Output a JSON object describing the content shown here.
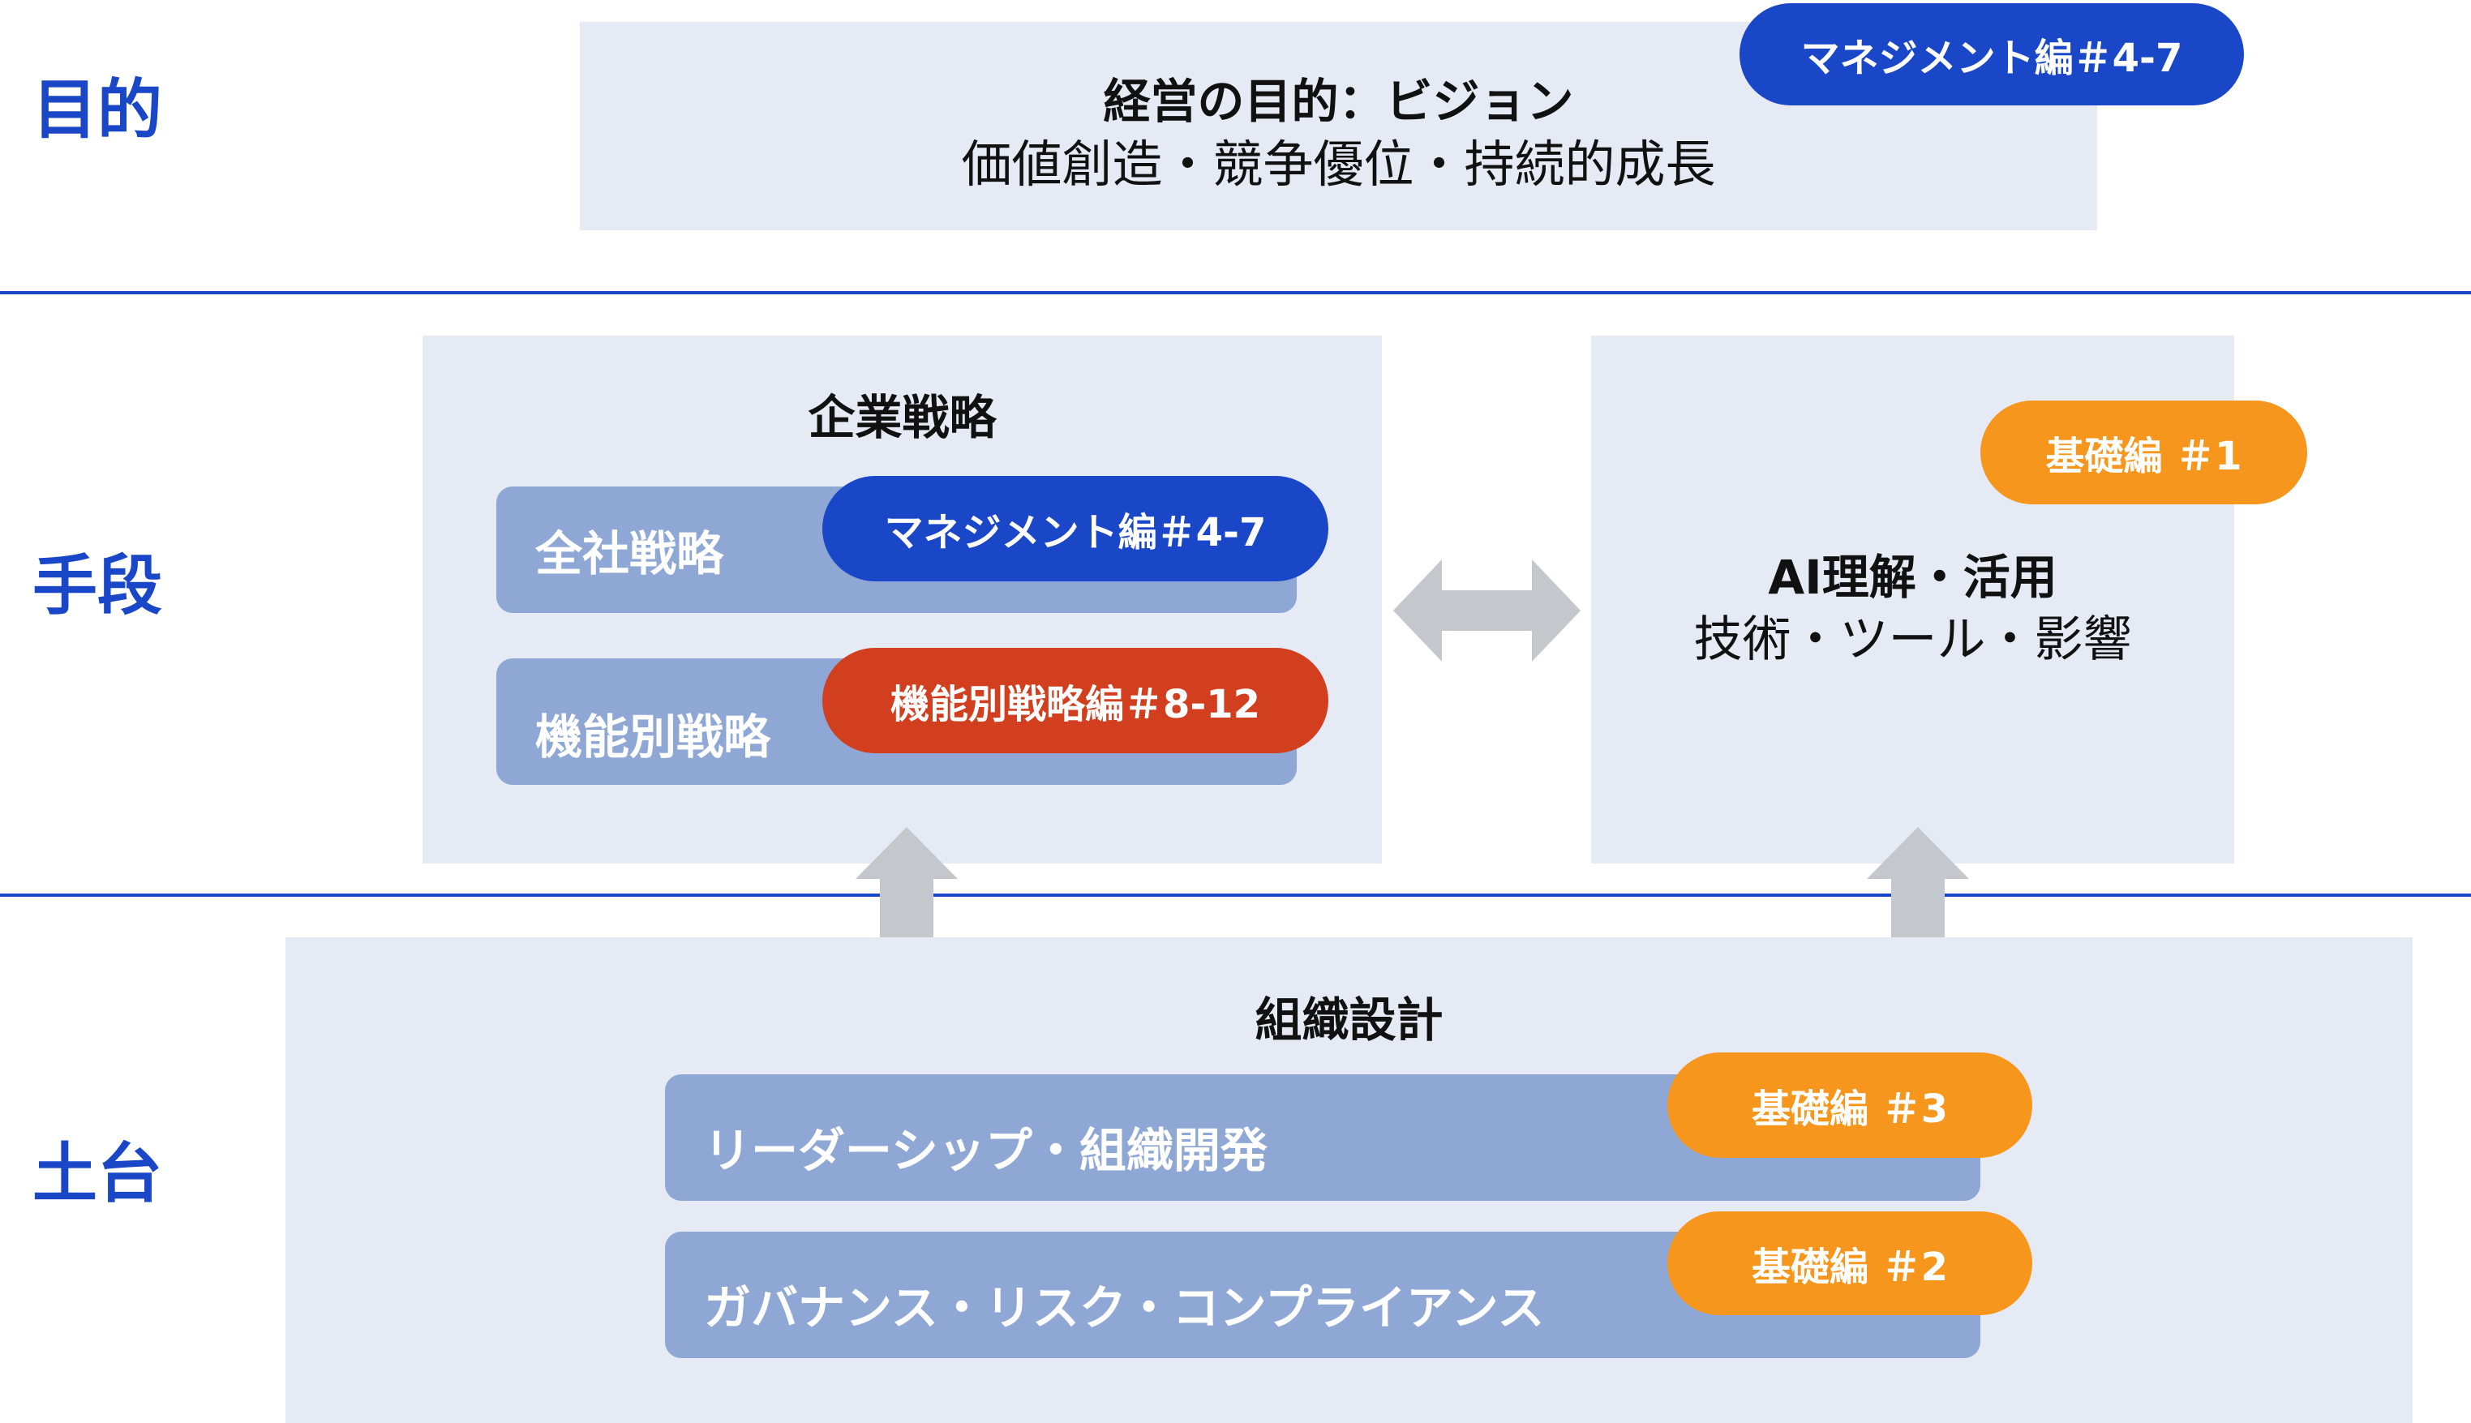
{
  "rows": {
    "purpose": "目的",
    "means": "手段",
    "foundation": "土台"
  },
  "purpose_box": {
    "title": "経営の目的：ビジョン",
    "subtitle": "価値創造・競争優位・持続的成長",
    "badge": "マネジメント編＃4-7"
  },
  "strategy_box": {
    "title": "企業戦略",
    "items": [
      {
        "label": "全社戦略",
        "badge": "マネジメント編＃4-7"
      },
      {
        "label": "機能別戦略",
        "badge": "機能別戦略編＃8-12"
      }
    ]
  },
  "ai_box": {
    "title": "AI理解・活用",
    "subtitle": "技術・ツール・影響",
    "badge": "基礎編 ＃1"
  },
  "org_box": {
    "title": "組織設計",
    "items": [
      {
        "label": "リーダーシップ・組織開発",
        "badge": "基礎編 ＃3"
      },
      {
        "label": "ガバナンス・リスク・コンプライアンス",
        "badge": "基礎編 ＃2"
      }
    ]
  },
  "colors": {
    "accent": "#1a47c8",
    "red": "#d13f1f",
    "orange": "#f7961d",
    "panel": "#e6eaf5",
    "bar": "#8fa7d4",
    "arrow": "#c4c7cc"
  }
}
